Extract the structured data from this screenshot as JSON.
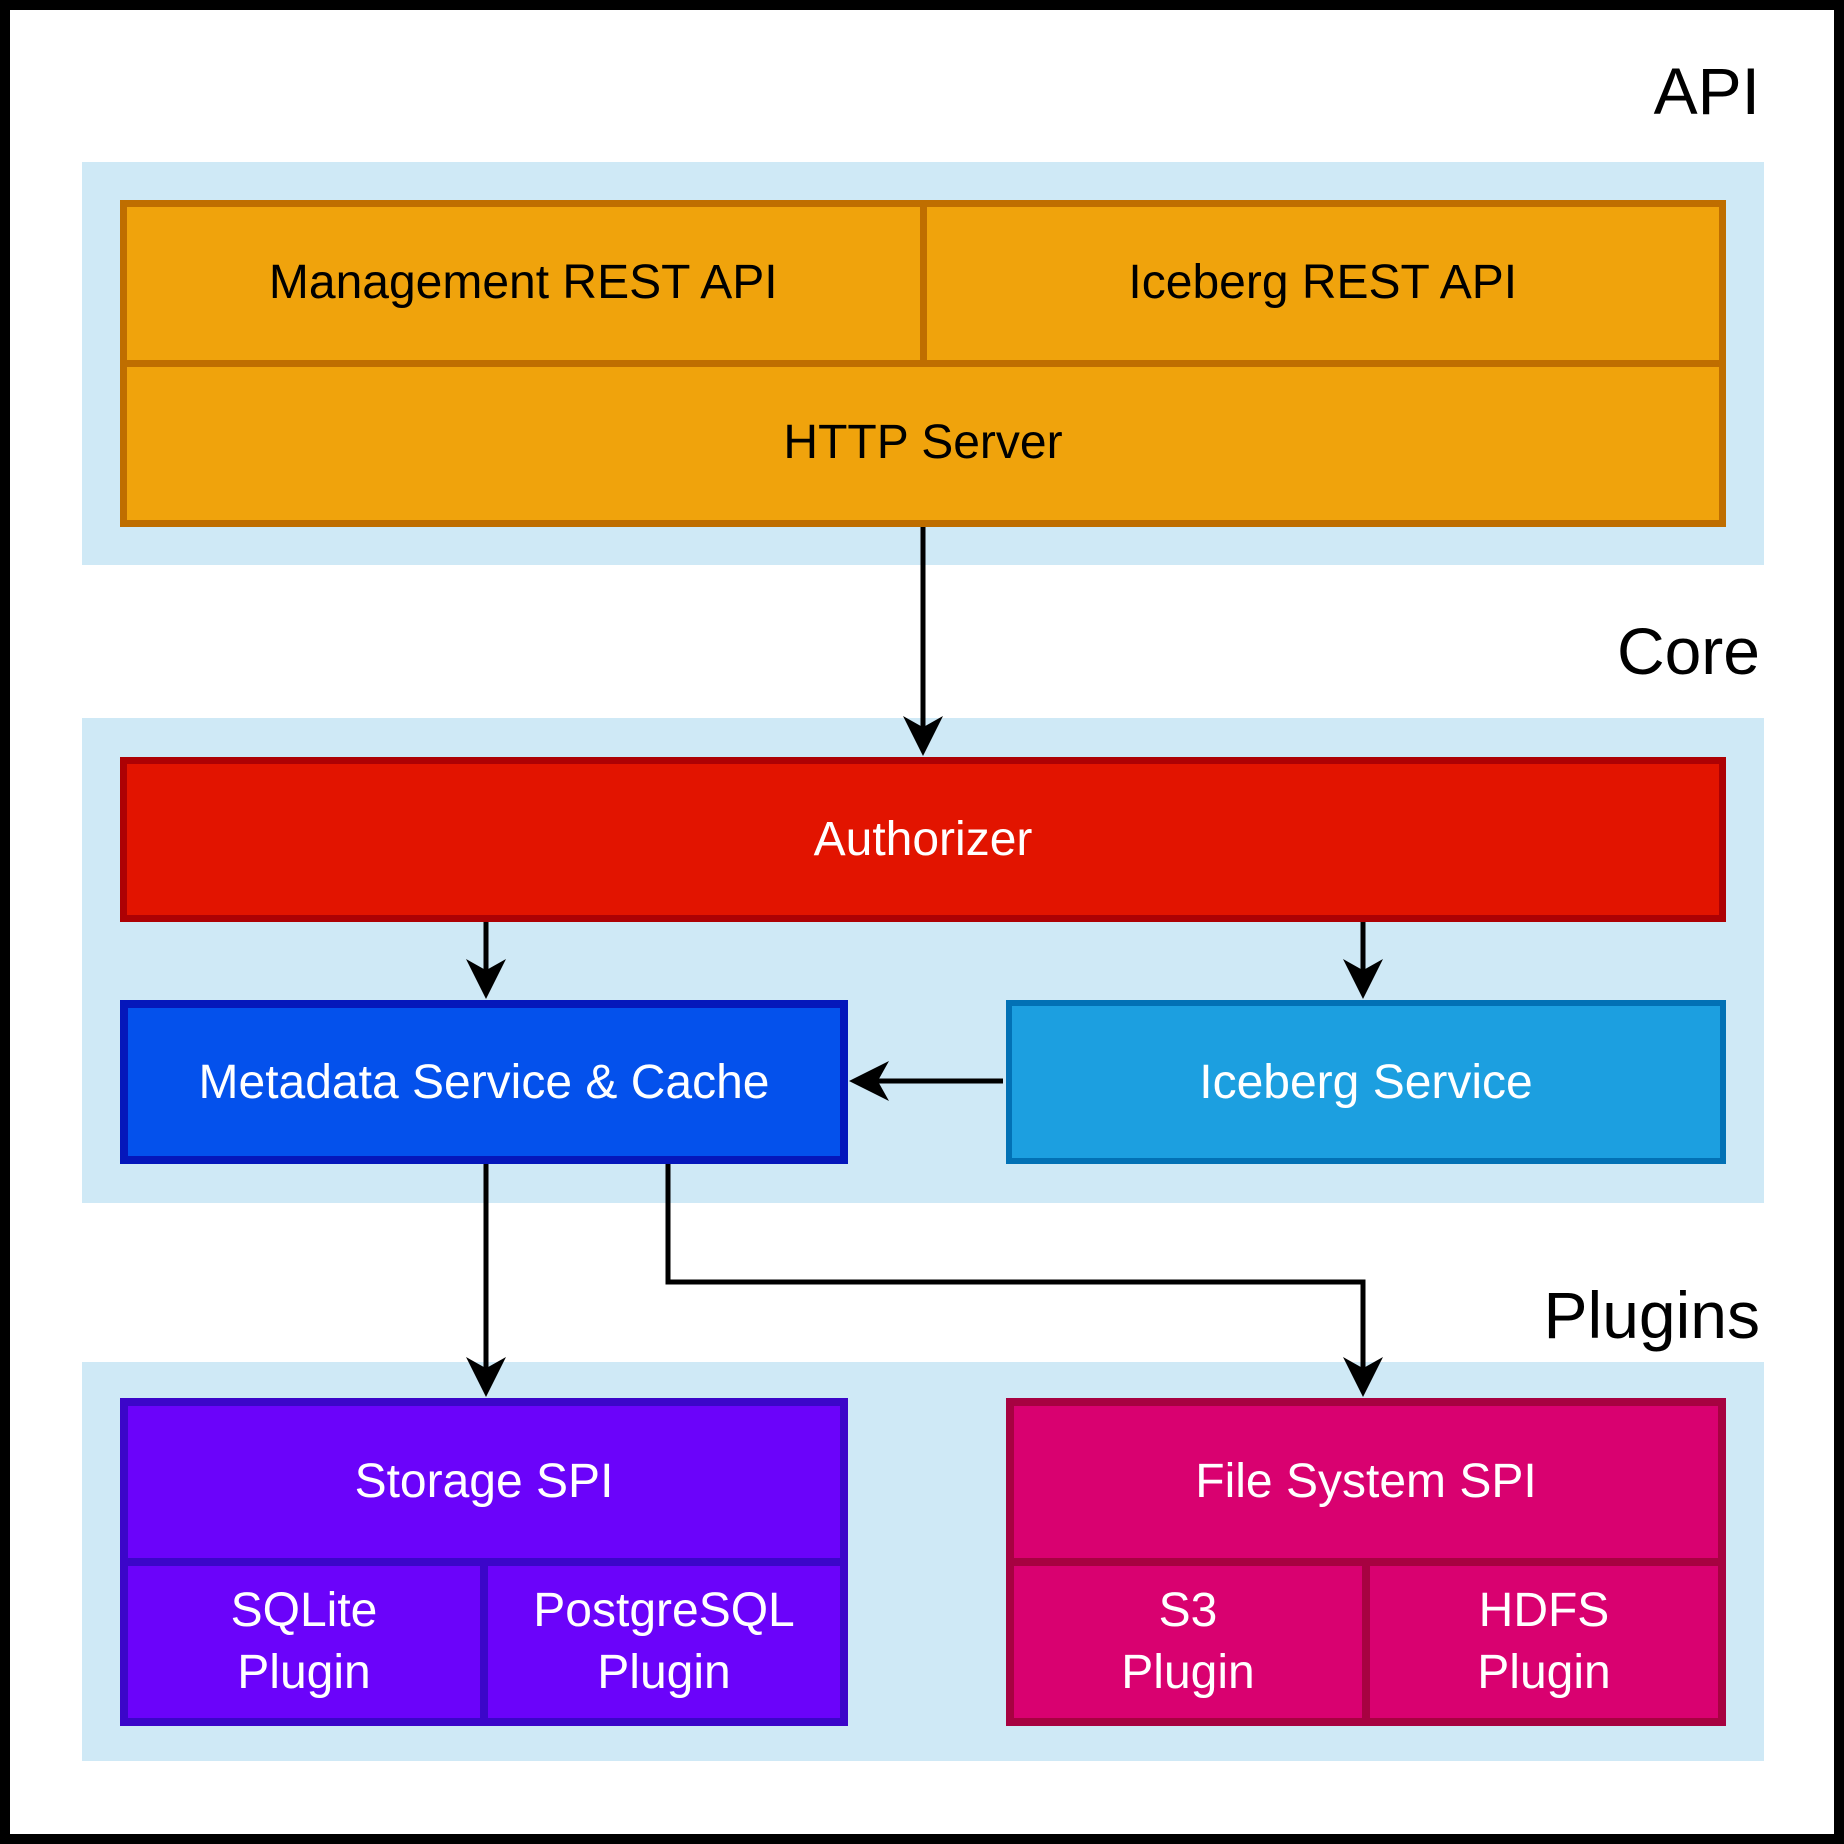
{
  "colors": {
    "band": "#cfe9f6",
    "orange_fill": "#f0a30c",
    "orange_border": "#bf6e00",
    "red_fill": "#e21400",
    "red_border": "#ad0104",
    "blue_fill": "#0451ec",
    "blue_border": "#0517bb",
    "sky_fill": "#1c9fe0",
    "sky_border": "#0271b5",
    "purple_fill": "#6b03fa",
    "purple_border": "#3c06c9",
    "magenta_fill": "#d90170",
    "magenta_border": "#a70241",
    "arrow": "#000000",
    "label_text": "#000000",
    "node_text_light": "#ffffff",
    "node_text_dark": "#000000"
  },
  "sections": {
    "api": {
      "label": "API"
    },
    "core": {
      "label": "Core"
    },
    "plugins": {
      "label": "Plugins"
    }
  },
  "nodes": {
    "management_rest_api": {
      "label": "Management REST API"
    },
    "iceberg_rest_api": {
      "label": "Iceberg REST API"
    },
    "http_server": {
      "label": "HTTP Server"
    },
    "authorizer": {
      "label": "Authorizer"
    },
    "metadata_service": {
      "label": "Metadata Service & Cache"
    },
    "iceberg_service": {
      "label": "Iceberg Service"
    },
    "storage_spi": {
      "label": "Storage SPI"
    },
    "sqlite_plugin": {
      "line1": "SQLite",
      "line2": "Plugin"
    },
    "postgresql_plugin": {
      "line1": "PostgreSQL",
      "line2": "Plugin"
    },
    "file_system_spi": {
      "label": "File System SPI"
    },
    "s3_plugin": {
      "line1": "S3",
      "line2": "Plugin"
    },
    "hdfs_plugin": {
      "line1": "HDFS",
      "line2": "Plugin"
    }
  }
}
